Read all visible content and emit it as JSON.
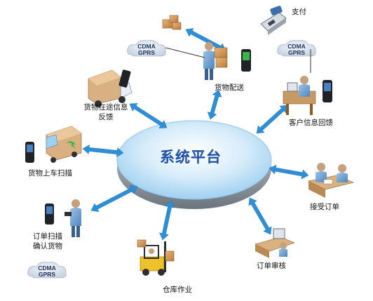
{
  "center": {
    "label": "系统平台"
  },
  "nodes": {
    "payment": {
      "label": "支付"
    },
    "delivery": {
      "label": "货物配送"
    },
    "in_transit": {
      "line1": "货物在途信息",
      "line2": "反馈"
    },
    "customer_feedback": {
      "label": "客户信息回馈"
    },
    "loading_scan": {
      "label": "货物上车扫描"
    },
    "accept_order": {
      "label": "接受订单"
    },
    "order_scan": {
      "line1": "订单扫描",
      "line2": "确认货物"
    },
    "order_review": {
      "label": "订单审核"
    },
    "warehouse": {
      "label": "仓库作业"
    }
  },
  "clouds": [
    {
      "line1": "CDMA",
      "line2": "GPRS"
    },
    {
      "line1": "CDMA",
      "line2": "GPRS"
    },
    {
      "line1": "CDMA",
      "line2": "GPRS"
    }
  ],
  "colors": {
    "platform_fill": "#cfe8f8",
    "platform_rim": "#9aa7b3",
    "arrow": "#2f8fd6",
    "title": "#1e4fa8",
    "cloud": "#dfe7f2"
  }
}
